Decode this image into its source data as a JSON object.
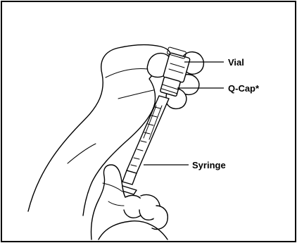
{
  "illustration": {
    "callouts": {
      "vial": "Vial",
      "qcap": "Q-Cap*",
      "syringe": "Syringe"
    },
    "colors": {
      "line": "#000000",
      "background": "#ffffff",
      "frame": "#000000"
    }
  }
}
